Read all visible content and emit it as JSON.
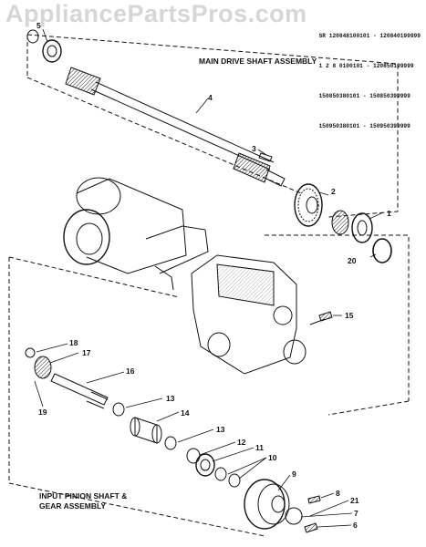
{
  "watermark": "AppliancePartsPros.com",
  "serial_ranges": [
    "SR 120848100101 - 120840199999",
    "1 2 8 0100101 - 120850199999",
    "150850380101 - 150850399999",
    "150950380101 - 150950399999"
  ],
  "titles": {
    "main_drive": "MAIN DRIVE SHAFT ASSEMBLY",
    "input_pinion": "INPUT PINION SHAFT & GEAR ASSEMBLY"
  },
  "callouts": [
    "5",
    "4",
    "3",
    "2",
    "1",
    "20",
    "15",
    "18",
    "17",
    "16",
    "19",
    "13",
    "14",
    "13",
    "12",
    "11",
    "10",
    "9",
    "8",
    "21",
    "7",
    "6"
  ],
  "colors": {
    "ink": "#111111",
    "watermark": "#d6d6d6",
    "background": "#ffffff"
  }
}
